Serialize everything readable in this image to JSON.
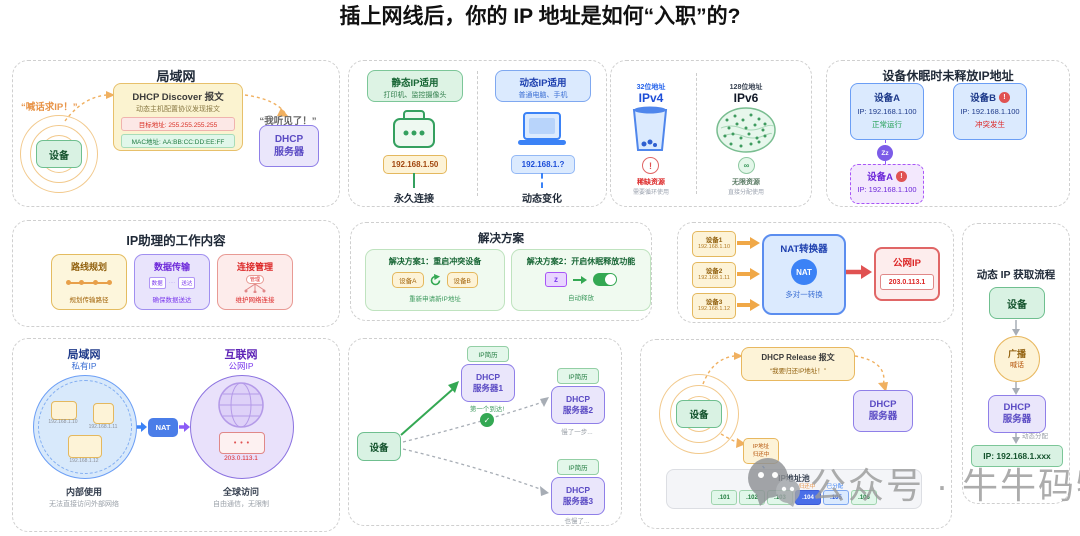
{
  "palette": {
    "orange": "#f0a848",
    "green": "#34a853",
    "blue": "#3b82f6",
    "purple": "#7c5ce8",
    "red": "#e05252",
    "yellow": "#fdf3d7"
  },
  "title": "插上网线后，你的 IP 地址是如何“入职”的?",
  "watermark": {
    "icon": "wechat-icon",
    "text": "公众号 · 牛牛码特"
  },
  "lan": {
    "title": "局域网",
    "quote_device": "“喊话求IP！”",
    "device": "设备",
    "discover_title": "DHCP Discover 报文",
    "discover_subtitle": "动态主机配置协议发现报文",
    "discover_target": "目标地址: 255.255.255.255",
    "discover_mac": "MAC地址: AA:BB:CC:DD:EE:FF",
    "quote_server": "“我听见了！”",
    "server": "DHCP\n服务器"
  },
  "ip_types": {
    "static": {
      "title": "静态IP适用",
      "subtitle": "打印机、监控摄像头",
      "ip": "192.168.1.50",
      "label": "永久连接"
    },
    "dynamic": {
      "title": "动态IP适用",
      "subtitle": "普通电脑、手机",
      "ip": "192.168.1.?",
      "label": "动态变化"
    }
  },
  "ip_versions": {
    "v4": {
      "bits": "32位地址",
      "name": "IPv4",
      "mark": "!",
      "tag": "稀缺资源",
      "note": "需要循环使用"
    },
    "v6": {
      "bits": "128位地址",
      "name": "IPv6",
      "mark": "∞",
      "tag": "无限资源",
      "note": "直接分配使用"
    }
  },
  "sleep": {
    "title": "设备休眠时未释放IP地址",
    "device_a": {
      "name": "设备A",
      "ip": "IP: 192.168.1.100",
      "status": "正常运行"
    },
    "device_b": {
      "name": "设备B",
      "ip": "IP: 192.168.1.100",
      "status": "冲突发生",
      "badge": "!"
    },
    "zz": "Zz",
    "device_a_sleep": {
      "name": "设备A",
      "ip": "IP: 192.168.1.100",
      "badge": "!"
    }
  },
  "assistant": {
    "title": "IP助理的工作内容",
    "cards": [
      {
        "title": "路线规划",
        "desc": "规划传输路径"
      },
      {
        "title": "数据传输",
        "desc": "确保数据送达",
        "chip_a": "数据",
        "chip_b": "送达"
      },
      {
        "title": "连接管理",
        "desc": "维护网络连接",
        "chip": "管理"
      }
    ]
  },
  "solutions": {
    "title": "解决方案",
    "s1": {
      "title": "解决方案1：重启冲突设备",
      "device_a": "设备A",
      "device_b": "设备B",
      "desc": "重新申请新IP地址"
    },
    "s2": {
      "title": "解决方案2：开启休眠释放功能",
      "chip": "z",
      "desc": "自动释放"
    }
  },
  "nat": {
    "devices": [
      {
        "name": "设备1",
        "ip": "192.168.1.10"
      },
      {
        "name": "设备2",
        "ip": "192.168.1.11"
      },
      {
        "name": "设备3",
        "ip": "192.168.1.12"
      }
    ],
    "title": "NAT转换器",
    "badge": "NAT",
    "desc": "多对一转换",
    "public_title": "公网IP",
    "public_ip": "203.0.113.1"
  },
  "flow": {
    "title": "动态 IP 获取流程",
    "device": "设备",
    "broadcast": "广播",
    "broadcast_sub": "喊话",
    "server": "DHCP\n服务器",
    "assign": "动态分配",
    "result": "IP: 192.168.1.xxx"
  },
  "networks": {
    "lan": {
      "title": "局域网",
      "subtitle": "私有IP",
      "ips": [
        "192.168.1.10",
        "192.168.1.11",
        "192.168.1.12"
      ],
      "footer": "内部使用",
      "note": "无法直接访问外部网络"
    },
    "nat_badge": "NAT",
    "internet": {
      "title": "互联网",
      "subtitle": "公网IP",
      "dots": "• • •",
      "ip": "203.0.113.1",
      "footer": "全球访问",
      "note": "自由通信，无限制"
    }
  },
  "race": {
    "device": "设备",
    "servers": [
      {
        "tag": "IP简历",
        "name": "DHCP\n服务器1",
        "note": "第一个到达!",
        "check": "✓"
      },
      {
        "tag": "IP简历",
        "name": "DHCP\n服务器2",
        "note": "慢了一步..."
      },
      {
        "tag": "IP简历",
        "name": "DHCP\n服务器3",
        "note": "也慢了..."
      }
    ]
  },
  "release": {
    "device": "设备",
    "packet_title": "DHCP Release 报文",
    "packet_quote": "“我要归还IP地址！”",
    "server": "DHCP\n服务器",
    "tag": "IP地址\n归还中",
    "pool_title": "IP地址池",
    "cells": [
      ".101",
      ".102",
      ".103",
      ".104",
      ".105",
      ".106"
    ],
    "cell_labels": {
      "returning": "归还中",
      "assigned": "已分配"
    }
  }
}
